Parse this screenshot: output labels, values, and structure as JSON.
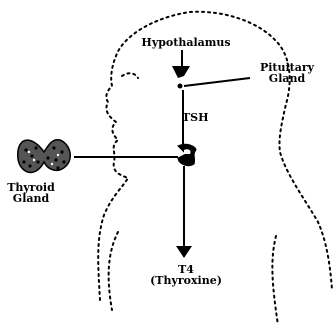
{
  "labels": {
    "hypothalamus": "Hypothalamus",
    "pituitary_line1": "Pituitary",
    "pituitary_line2": "Gland",
    "tsh": "TSH",
    "thyroid_line1": "Thyroid",
    "thyroid_line2": "Gland",
    "t4_line1": "T4",
    "t4_line2": "(Thyroxine)"
  },
  "colors": {
    "ink": "#000000",
    "background": "#ffffff"
  }
}
